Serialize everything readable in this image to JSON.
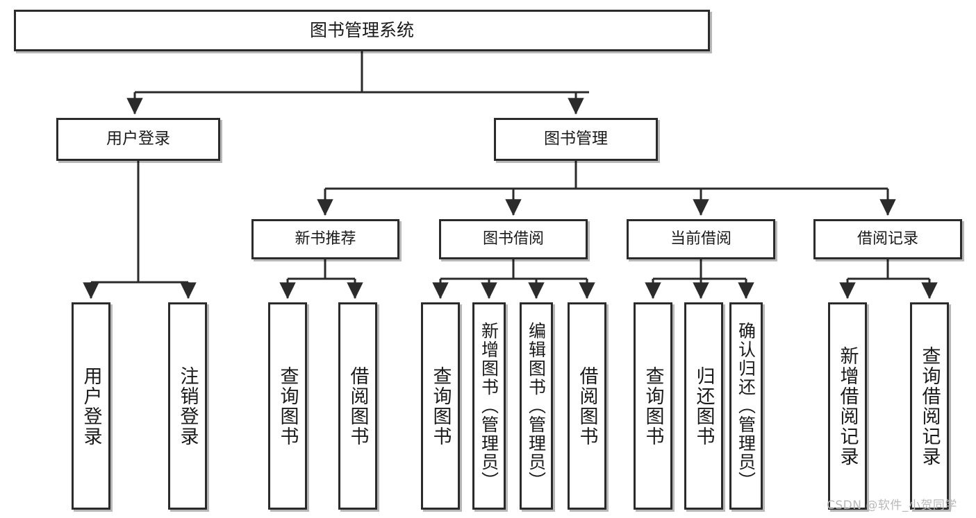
{
  "diagram": {
    "title": "图书管理系统",
    "type": "function-tree",
    "root": {
      "id": "root",
      "label": "图书管理系统"
    },
    "level2": [
      {
        "id": "login",
        "label": "用户登录"
      },
      {
        "id": "bookmgmt",
        "label": "图书管理"
      }
    ],
    "level3": [
      {
        "id": "newbook",
        "label": "新书推荐",
        "parent": "bookmgmt"
      },
      {
        "id": "borrow",
        "label": "图书借阅",
        "parent": "bookmgmt"
      },
      {
        "id": "current",
        "label": "当前借阅",
        "parent": "bookmgmt"
      },
      {
        "id": "record",
        "label": "借阅记录",
        "parent": "bookmgmt"
      }
    ],
    "leaves": [
      {
        "id": "leaf1",
        "label": "用户登录",
        "parent": "login"
      },
      {
        "id": "leaf2",
        "label": "注销登录",
        "parent": "login"
      },
      {
        "id": "leaf3",
        "label": "查询图书",
        "parent": "newbook"
      },
      {
        "id": "leaf4",
        "label": "借阅图书",
        "parent": "newbook"
      },
      {
        "id": "leaf5",
        "label": "查询图书",
        "parent": "borrow"
      },
      {
        "id": "leaf6",
        "label": "新增图书（管理员）",
        "parent": "borrow"
      },
      {
        "id": "leaf7",
        "label": "编辑图书（管理员）",
        "parent": "borrow"
      },
      {
        "id": "leaf8",
        "label": "借阅图书",
        "parent": "borrow"
      },
      {
        "id": "leaf9",
        "label": "查询图书",
        "parent": "current"
      },
      {
        "id": "leaf10",
        "label": "归还图书",
        "parent": "current"
      },
      {
        "id": "leaf11",
        "label": "确认归还（管理员）",
        "parent": "current"
      },
      {
        "id": "leaf12",
        "label": "新增借阅记录",
        "parent": "record"
      },
      {
        "id": "leaf13",
        "label": "查询借阅记录",
        "parent": "record"
      }
    ],
    "colors": {
      "box_border": "#2b2b2b",
      "box_fill": "#ffffff",
      "connector": "#2b2b2b",
      "watermark": "#b9b9b9",
      "background": "#ffffff"
    }
  },
  "watermark": {
    "text": "CSDN @软件_小贺同学"
  }
}
